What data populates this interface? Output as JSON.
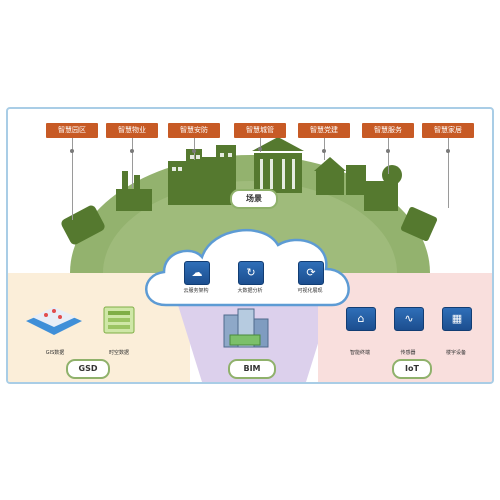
{
  "tags": [
    "智慧园区",
    "智慧物业",
    "智慧安防",
    "智慧城管",
    "智慧党建",
    "智慧服务",
    "智慧家居"
  ],
  "scene_label": "场景",
  "cloud_items": [
    {
      "label": "云服务架构",
      "icon": "cloud-upload-icon",
      "glyph": "☁"
    },
    {
      "label": "大数据分析",
      "icon": "refresh-icon",
      "glyph": "↻"
    },
    {
      "label": "可视化展现",
      "icon": "cloud-sync-icon",
      "glyph": "⟳"
    }
  ],
  "gsd": {
    "label": "GSD",
    "items": [
      "GIS数据",
      "时空数据"
    ]
  },
  "bim": {
    "label": "BIM"
  },
  "iot": {
    "label": "IoT",
    "items": [
      "智能终端",
      "传感器",
      "楼宇设备"
    ]
  },
  "colors": {
    "tag": "#c75a25",
    "earth": "#8fae6a",
    "buildings": "#55792f",
    "gsd_panel": "#fbeed9",
    "bim_panel": "#dcd0ec",
    "iot_panel": "#f9dfdd",
    "cloud_border": "#5d9bd4"
  }
}
